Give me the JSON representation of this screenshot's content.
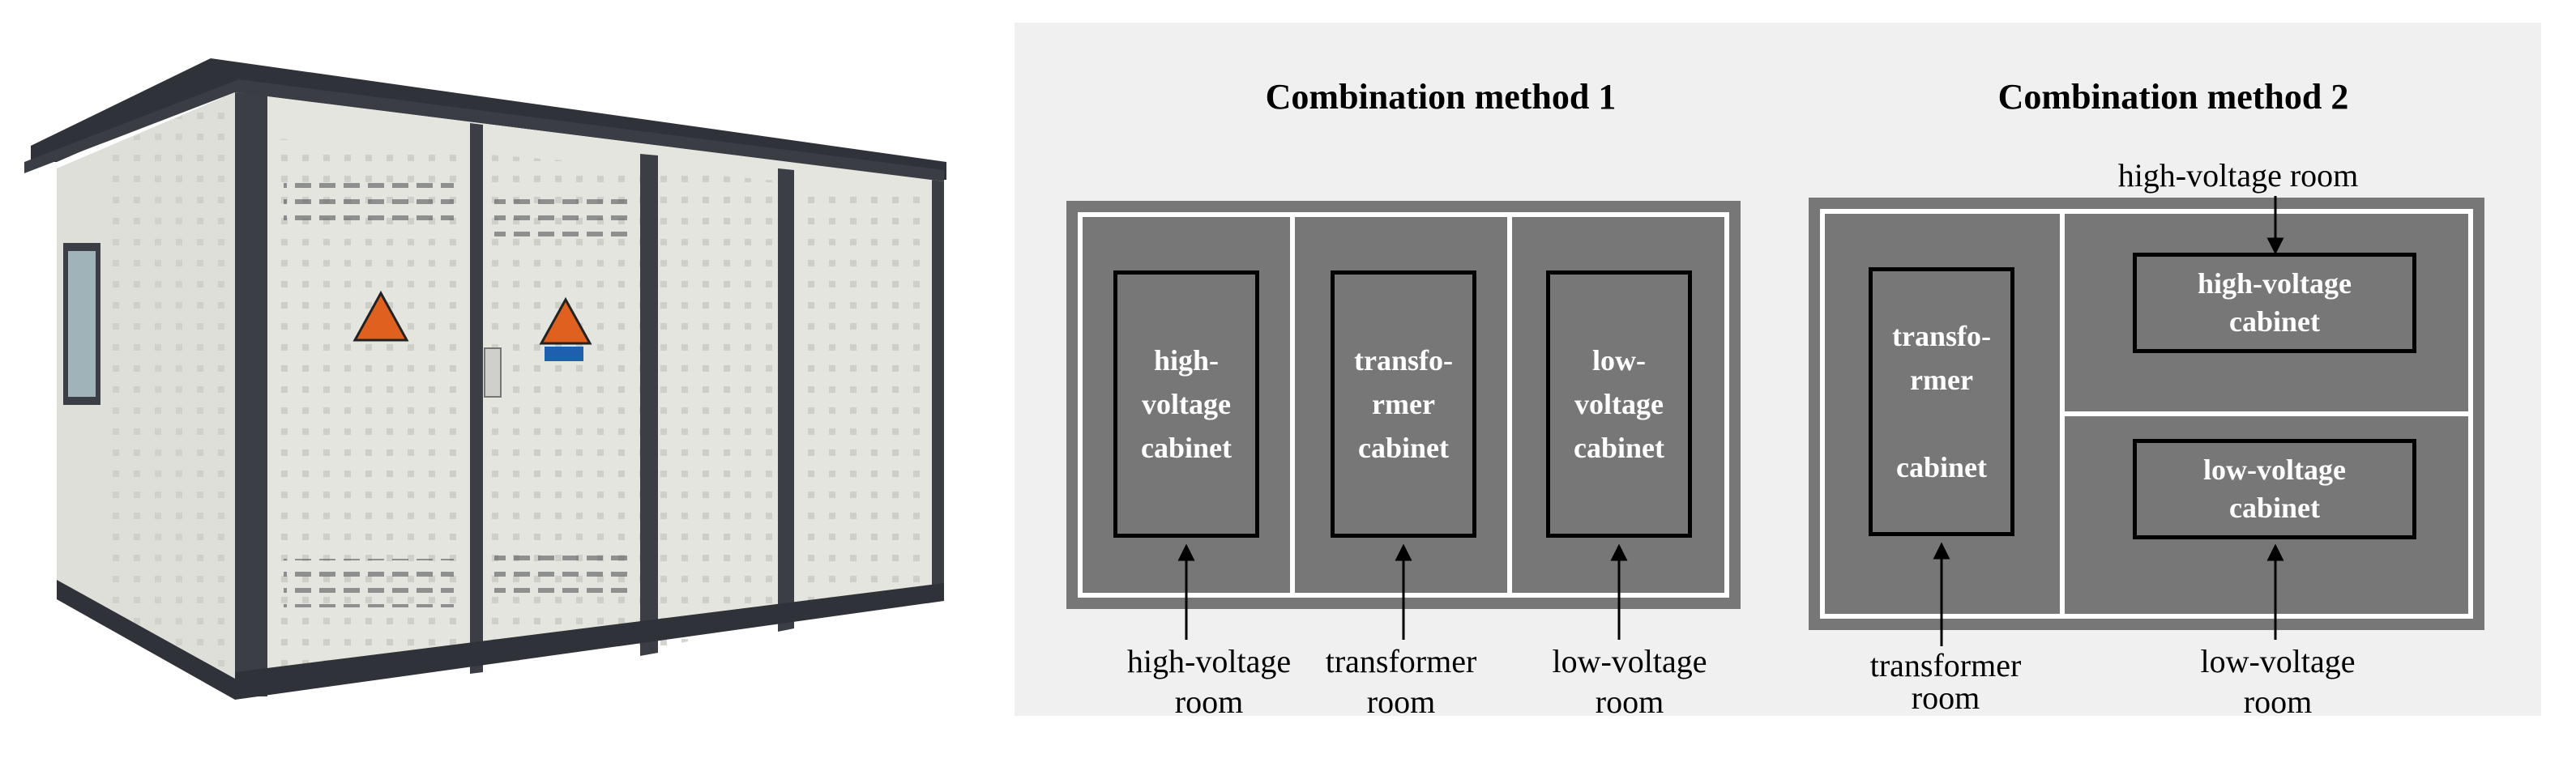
{
  "diagram": {
    "method1": {
      "title": "Combination method 1",
      "cabinets": [
        "high-\nvoltage\ncabinet",
        "transfo-\nrmer\ncabinet",
        "low-\nvoltage\ncabinet"
      ],
      "room_labels": [
        "high-voltage\nroom",
        "transformer\nroom",
        "low-voltage\nroom"
      ]
    },
    "method2": {
      "title": "Combination method 2",
      "cabinets": [
        "transfo-\nrmer\n\ncabinet",
        "high-voltage\ncabinet",
        "low-voltage\ncabinet"
      ],
      "room_labels": [
        "high-voltage room",
        "transformer\nroom",
        "low-voltage\nroom"
      ]
    }
  },
  "colors": {
    "panel_bg": "#f0f0f0",
    "room_gray": "#777777",
    "box_white": "#ffffff",
    "wall_light": "#e4e5df",
    "frame_dark": "#3b3e44",
    "warning_orange": "#e06020"
  },
  "photo": {
    "subject": "box-type substation enclosure"
  }
}
